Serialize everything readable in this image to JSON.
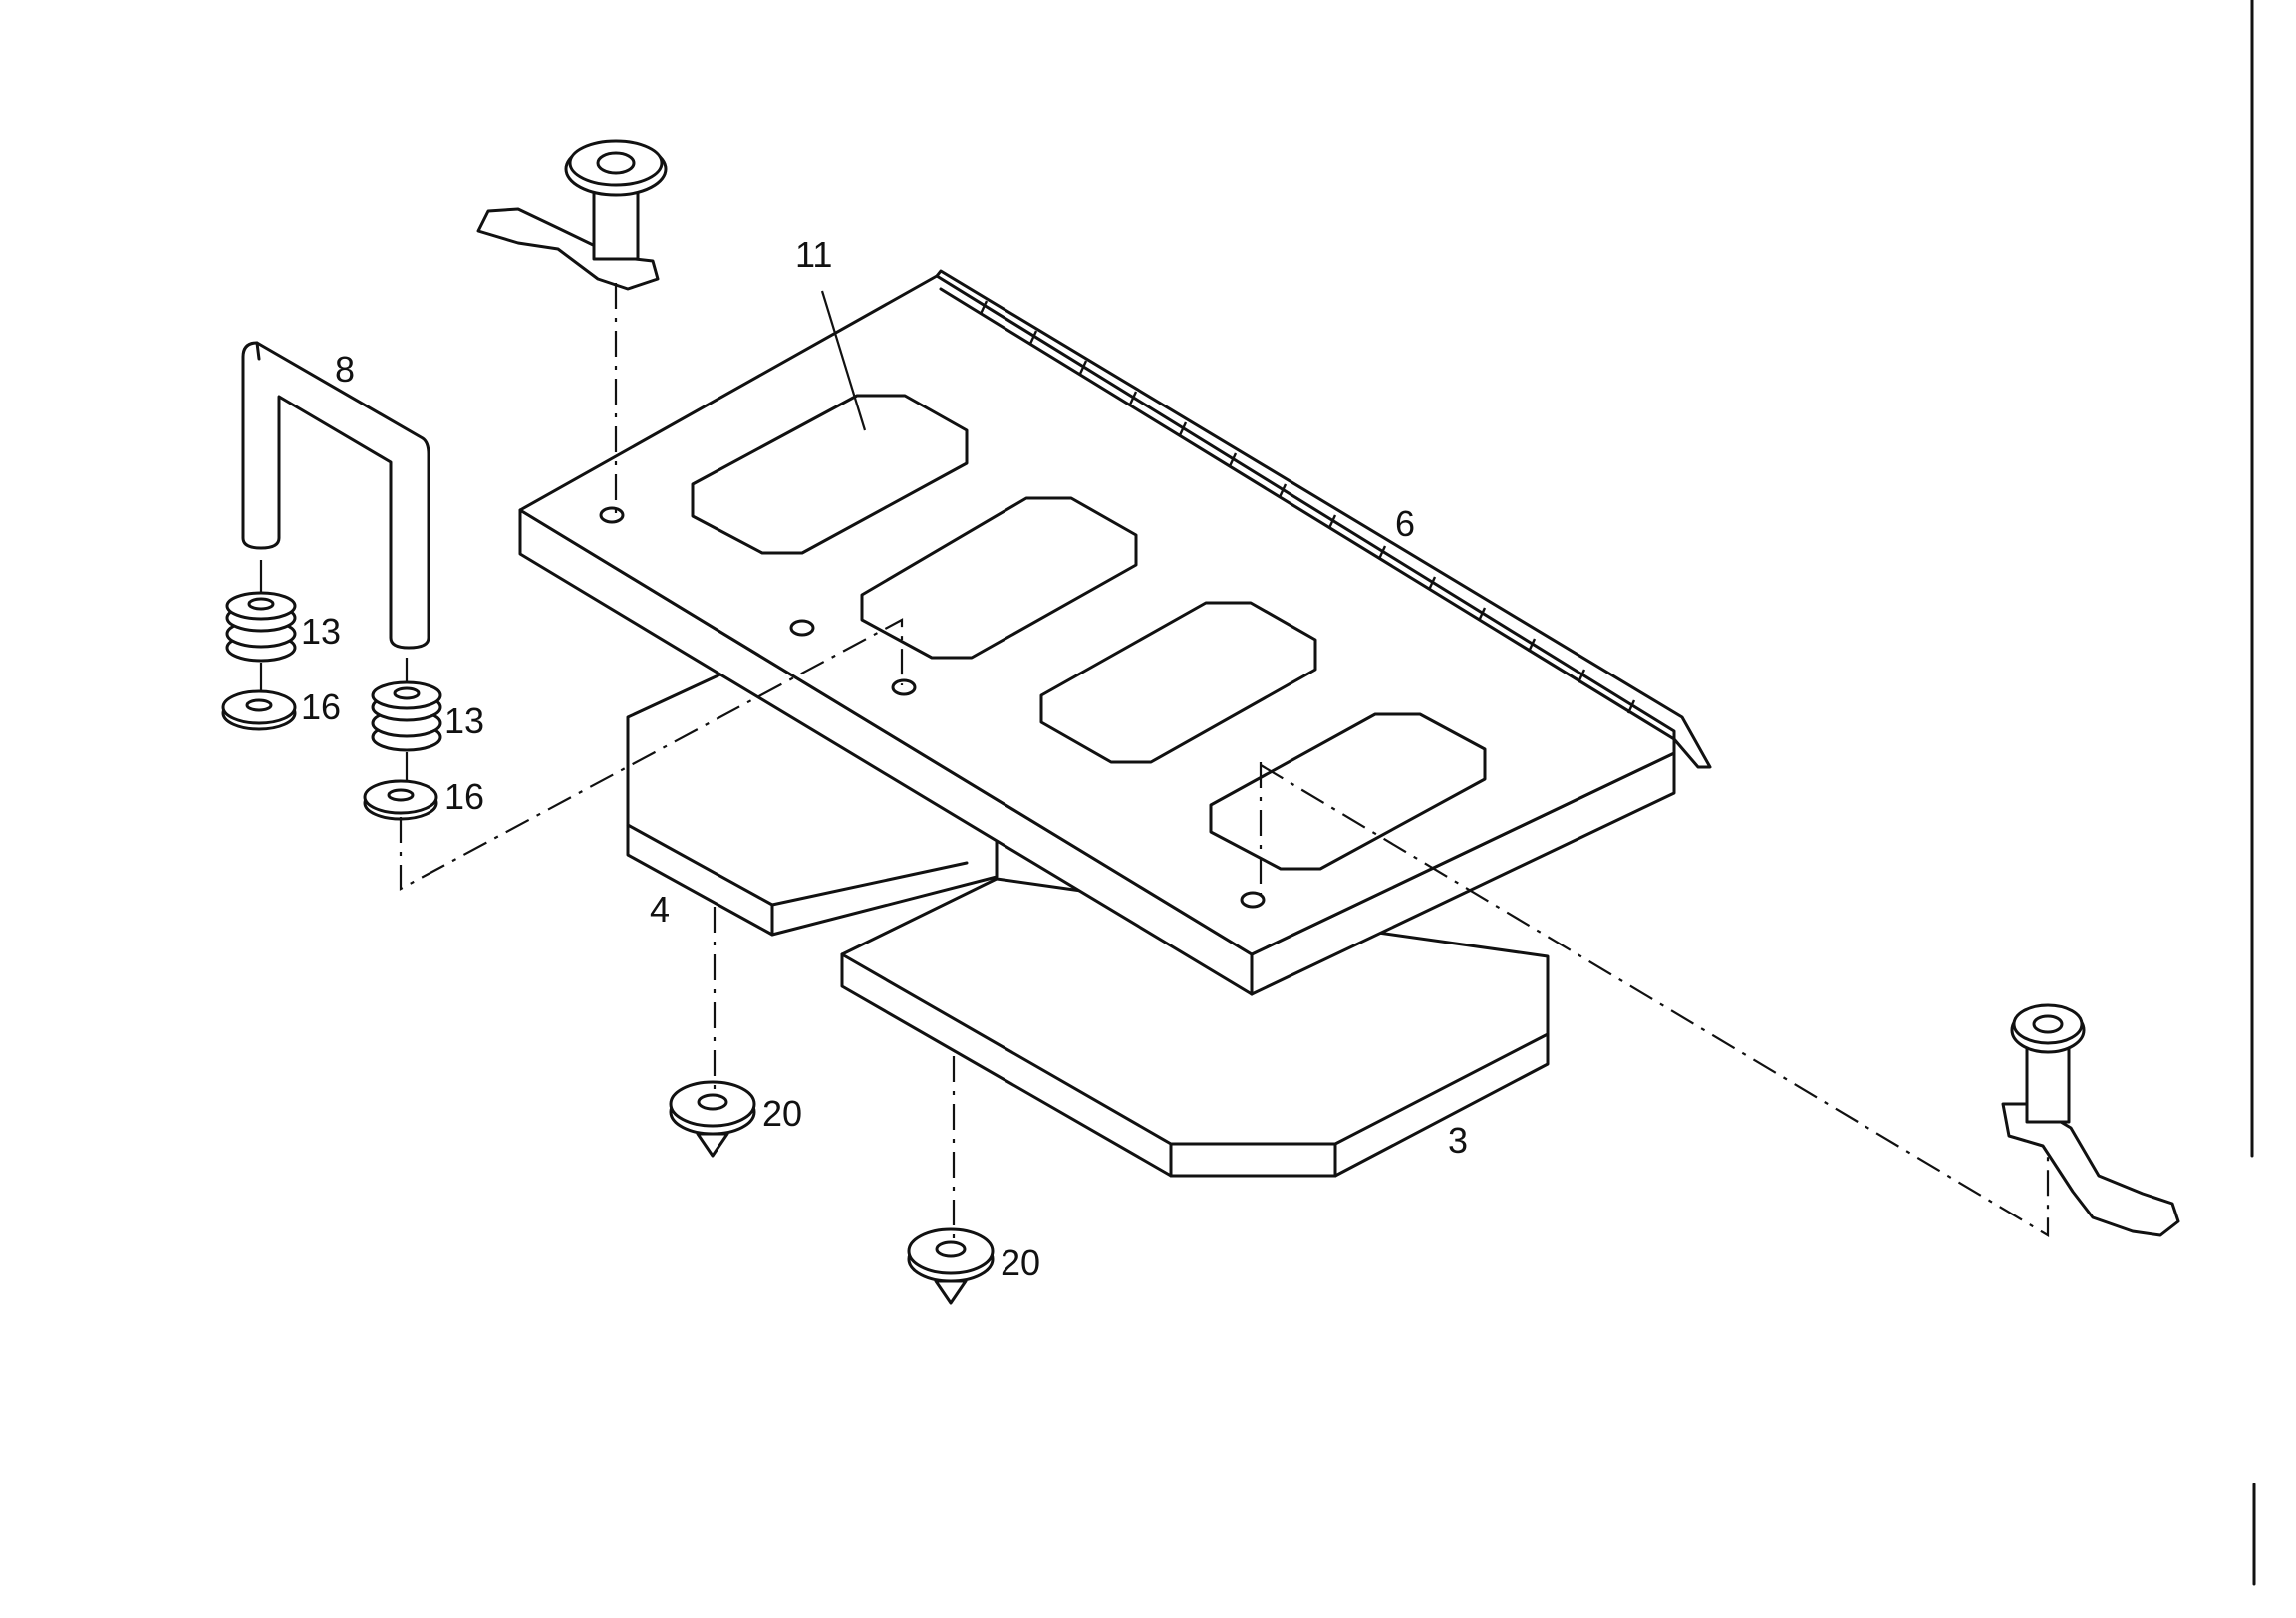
{
  "callouts": {
    "c11": "11",
    "c8": "8",
    "c6": "6",
    "c13a": "13",
    "c16a": "16",
    "c13b": "13",
    "c16b": "16",
    "c4": "4",
    "c20a": "20",
    "c3": "3",
    "c20b": "20"
  },
  "colors": {
    "line": "#111111",
    "background": "#ffffff"
  }
}
